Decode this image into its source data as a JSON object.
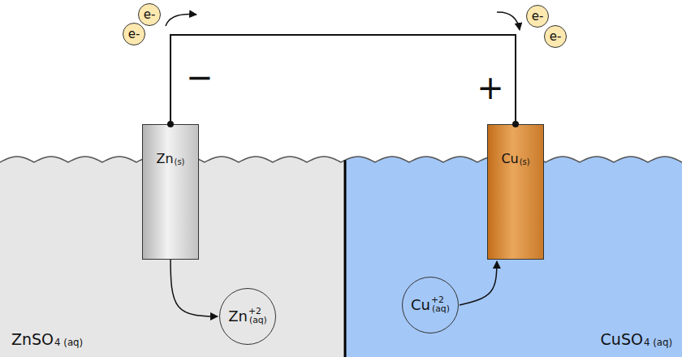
{
  "diagram": {
    "nodes": [
      {
        "text": [
          "e-"
        ]
      },
      {
        "text": [
          "e-"
        ]
      },
      {
        "text": [
          "e-"
        ]
      },
      {
        "text": [
          "e-"
        ]
      },
      {
        "text": [
          "Zn",
          "(s)"
        ]
      },
      {
        "text": [
          "Cu",
          "(s)"
        ]
      },
      {
        "text": [
          "ZnSO",
          "4 (aq)"
        ]
      },
      {
        "text": [
          "Zn",
          "+2",
          "(aq)"
        ],
        "in": 6
      },
      {
        "text": [
          "CuSO",
          "4 (aq)"
        ]
      },
      {
        "text": [
          "Cu",
          "+2",
          "(aq)"
        ],
        "in": 8
      }
    ],
    "edges": [
      {
        "from": 4,
        "to": 5,
        "arrow": "none"
      },
      {
        "from": 4,
        "to": 7,
        "arrow": "to"
      },
      {
        "from": 9,
        "to": 5,
        "arrow": "to"
      }
    ],
    "labels": [
      "−",
      "+"
    ]
  }
}
